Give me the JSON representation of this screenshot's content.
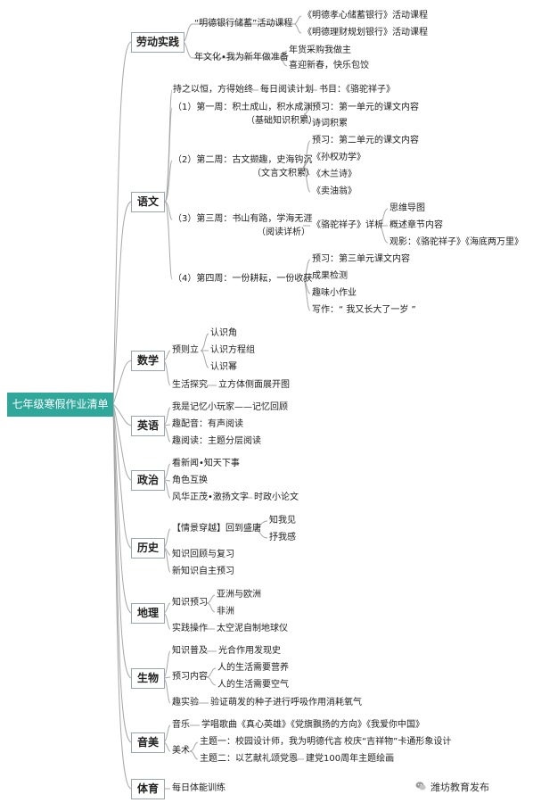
{
  "root": "七年级寒假作业清单",
  "subjects": {
    "labor": "劳动实践",
    "chinese": "语文",
    "math": "数学",
    "english": "英语",
    "politics": "政治",
    "history": "历史",
    "geography": "地理",
    "biology": "生物",
    "arts": "音美",
    "pe": "体育"
  },
  "labor": {
    "savings": "“明德银行储蓄”活动课程",
    "savings_a": "《明德孝心储蓄银行》活动课程",
    "savings_b": "《明德理财规划银行》活动课程",
    "newyear": "年文化•我为新年做准备",
    "newyear_a": "年货采购我做主",
    "newyear_b": "喜迎新春，快乐包饺"
  },
  "chinese": {
    "reading": "持之以恒，方得始终",
    "reading_plan": "每日阅读计划",
    "reading_book": "书目：《骆驼祥子》",
    "w1": "（1）第一周：积土成山，积水成渊",
    "w1_sub": "（基础知识积累）",
    "w1_a": "预习：第一单元的课文内容",
    "w1_b": "诗词积累",
    "w2": "（2）第二周：古文撷趣，史海钩沉",
    "w2_sub": "（文言文积累）",
    "w2_a": "预习：第二单元的课文内容",
    "w2_b": "《孙权劝学》",
    "w2_c": "《木兰诗》",
    "w2_d": "《卖油翁》",
    "w3": "（3）第三周：书山有路，学海无涯",
    "w3_sub": "（阅读详析）",
    "w3_mid": "《骆驼祥子》详析",
    "w3_a": "思维导图",
    "w3_b": "概述章节内容",
    "w3_c": "观影：《骆驼祥子》《海底两万里》",
    "w4": "（4）第四周：一份耕耘，一份收获",
    "w4_a": "预习：第三单元课文内容",
    "w4_b": "成果检测",
    "w4_c": "趣味小作业",
    "w4_d": "写作：“ 我又长大了一岁 ”"
  },
  "math": {
    "preview": "预则立",
    "p_a": "认识角",
    "p_b": "认识方程组",
    "p_c": "认识幂",
    "life": "生活探究",
    "life_a": "立方体侧面展开图"
  },
  "english": {
    "a": "我是记忆小玩家——记忆回顾",
    "b": "趣配音：有声阅读",
    "c": "趣阅读：主题分层阅读"
  },
  "politics": {
    "a": "看新闻•知天下事",
    "b": "角色互换",
    "c": "风华正茂•激扬文字",
    "c_a": "时政小论文"
  },
  "history": {
    "a": "【情景穿越】回到盛唐",
    "a_1": "知我见",
    "a_2": "抒我感",
    "b": "知识回顾与复习",
    "c": "新知识自主预习"
  },
  "geography": {
    "preview": "知识预习",
    "p_a": "亚洲与欧洲",
    "p_b": "非洲",
    "practice": "实践操作",
    "practice_a": "太空泥自制地球仪"
  },
  "biology": {
    "popular": "知识普及",
    "popular_a": "光合作用发现史",
    "preview": "预习内容",
    "p_a": "人的生活需要营养",
    "p_b": "人的生活需要空气",
    "exp": "趣实验",
    "exp_a": "验证萌发的种子进行呼吸作用消耗氧气"
  },
  "arts": {
    "music": "音乐",
    "music_a": "学唱歌曲《真心英雄》《党旗飘扬的方向》《我爱你中国》",
    "art": "美术",
    "t1": "主题一：校园设计师，我为明德代言",
    "t1_a": "校庆“吉祥物”卡通形象设计",
    "t2": "主题二：以艺献礼颂党恩",
    "t2_a": "建党100周年主题绘画"
  },
  "pe": {
    "a": "每日体能训练"
  },
  "watermark": "潍坊教育发布",
  "colors": {
    "root": "#2fa79a",
    "lines": "#a8a8a8"
  }
}
